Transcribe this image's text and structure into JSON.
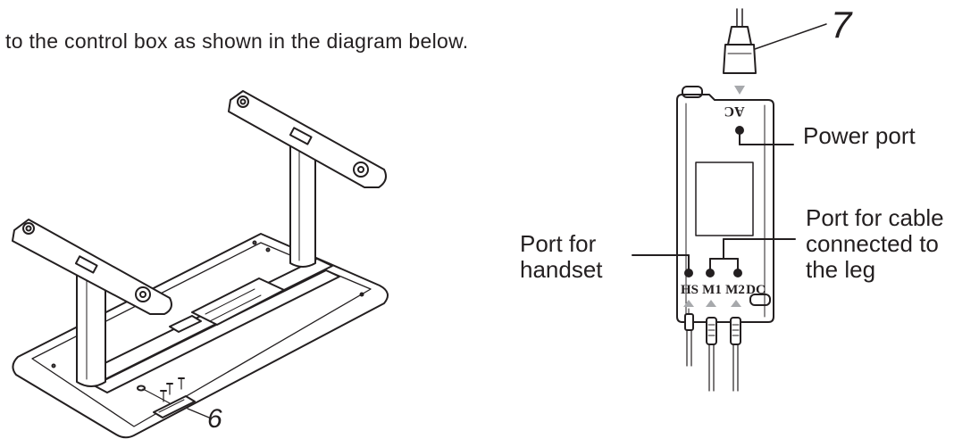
{
  "instruction_text": "to the control box as shown in the diagram below.",
  "callouts": {
    "step_6": "6",
    "step_7": "7",
    "power_port": "Power port",
    "port_cable_lines": [
      "Port for cable",
      "connected to",
      "the leg"
    ],
    "port_handset_lines": [
      "Port for",
      "handset"
    ]
  },
  "port_codes": {
    "ac": "AC",
    "hs": "HS",
    "m1": "M1",
    "m2": "M2",
    "dc": "DC"
  }
}
